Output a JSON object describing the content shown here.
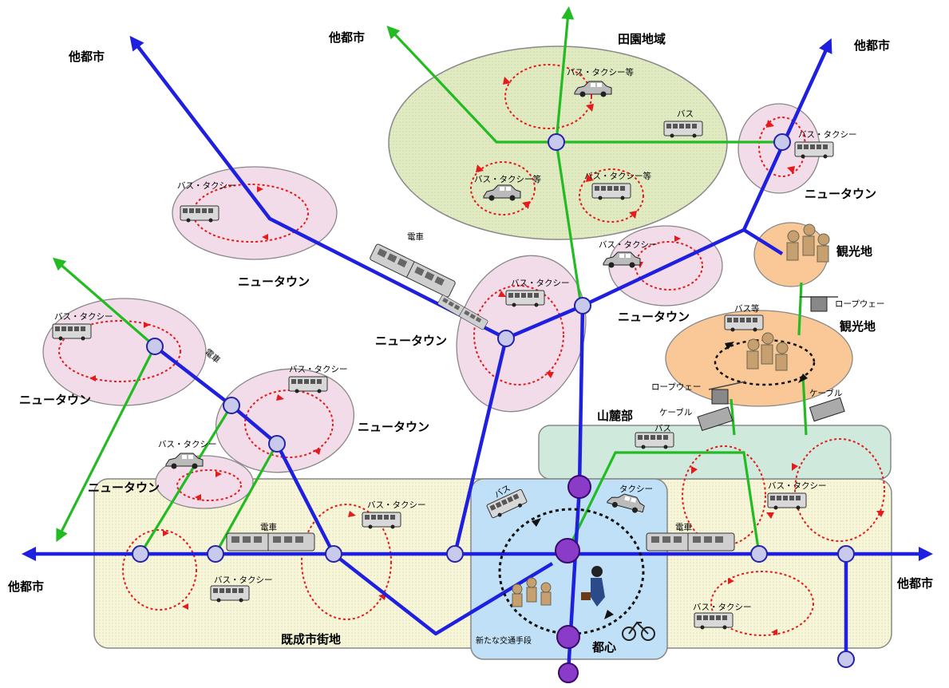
{
  "colors": {
    "rail": "#1f1fe0",
    "bus_route": "#22bb22",
    "circulation": "#e41b1b",
    "central_loop": "#111111",
    "newtown_zone": "#f2dcea",
    "rural_zone": "#e0ebc0",
    "urban_zone": "#f7f7d8",
    "foothill_zone": "#cfeadc",
    "center_zone": "#bfe0f7",
    "tourist_zone": "#f9c896",
    "station": "#c9c9ec",
    "major_station": "#8a3cc9"
  },
  "labels": {
    "other_city_tl": "他都市",
    "other_city_top": "他都市",
    "other_city_tr": "他都市",
    "other_city_left": "他都市",
    "other_city_right": "他都市",
    "rural_area": "田園地域",
    "newtown_tl": "ニュータウン",
    "newtown_center": "ニュータウン",
    "newtown_tr": "ニュータウン",
    "newtown_mid_r": "ニュータウン",
    "newtown_left": "ニュータウン",
    "newtown_mid_l": "ニュータウン",
    "newtown_small": "ニュータウン",
    "tourist_1": "観光地",
    "tourist_2": "観光地",
    "foothill": "山麓部",
    "existing_urban": "既成市街地",
    "city_center": "都心",
    "new_transit": "新たな交通手段"
  },
  "vehicle_labels": {
    "rural_top": "バス・タクシー等",
    "rural_bus": "バス",
    "rural_left": "バス・タクシー等",
    "rural_right": "バス・タクシー等",
    "nt_tr": "バス・タクシー",
    "nt_tl": "バス・タクシー",
    "train_mid": "電車",
    "nt_mid_r": "バス・タクシー",
    "nt_center": "バス・タクシー",
    "nt_left": "バス・タクシー",
    "train_left": "電車",
    "nt_mid_l": "バス・タクシー",
    "nt_small": "バス・タクシー",
    "ropeway_1": "ロープウェー",
    "bus_tourist": "バス等",
    "ropeway_2": "ロープウェー",
    "cable_1": "ケーブル",
    "cable_2": "ケーブル",
    "bus_foothill": "バス",
    "center_bus": "バス",
    "center_taxi": "タクシー",
    "train_bottom_left": "電車",
    "urban_bt1": "バス・タクシー",
    "urban_bt2": "バス・タクシー",
    "train_bottom_right": "電車",
    "foothill_bt": "バス・タクシー",
    "urban_bt3": "バス・タクシー"
  }
}
